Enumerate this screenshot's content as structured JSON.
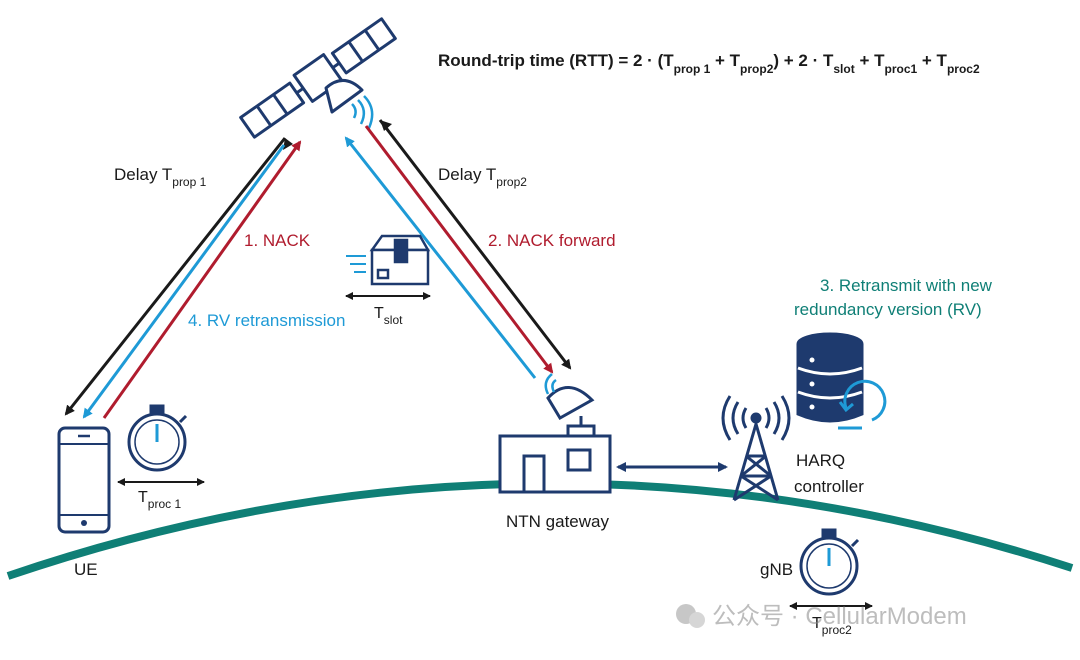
{
  "formula": {
    "prefix": "Round-trip time (RTT) = 2 · (T",
    "sub_prop1": "prop 1",
    "plus1": " + T",
    "sub_prop2": "prop2",
    "mid": ") + 2 · T",
    "sub_slot": "slot",
    "plus2": " + T",
    "sub_proc1": "proc1",
    "plus3": " + T",
    "sub_proc2": "proc2"
  },
  "labels": {
    "delay1_main": "Delay T",
    "delay1_sub": "prop 1",
    "delay2_main": "Delay T",
    "delay2_sub": "prop2",
    "nack": "1. NACK",
    "nack_forward": "2. NACK forward",
    "retransmit_line1": "3. Retransmit with new",
    "retransmit_line2": "redundancy version (RV)",
    "rv_retransmission": "4. RV retransmission",
    "tslot_main": "T",
    "tslot_sub": "slot",
    "tproc1_main": "T",
    "tproc1_sub": "proc 1",
    "tproc2_main": "T",
    "tproc2_sub": "proc2",
    "ue": "UE",
    "ntn_gateway": "NTN gateway",
    "harq_line1": "HARQ",
    "harq_line2": "controller",
    "gnb": "gNB"
  },
  "watermark": {
    "text": "公众号 · CellularModem"
  },
  "colors": {
    "navy": "#1e3a6e",
    "red": "#b01c2e",
    "blue": "#1e9ad6",
    "teal": "#0f7f76",
    "black": "#1a1a1a"
  }
}
